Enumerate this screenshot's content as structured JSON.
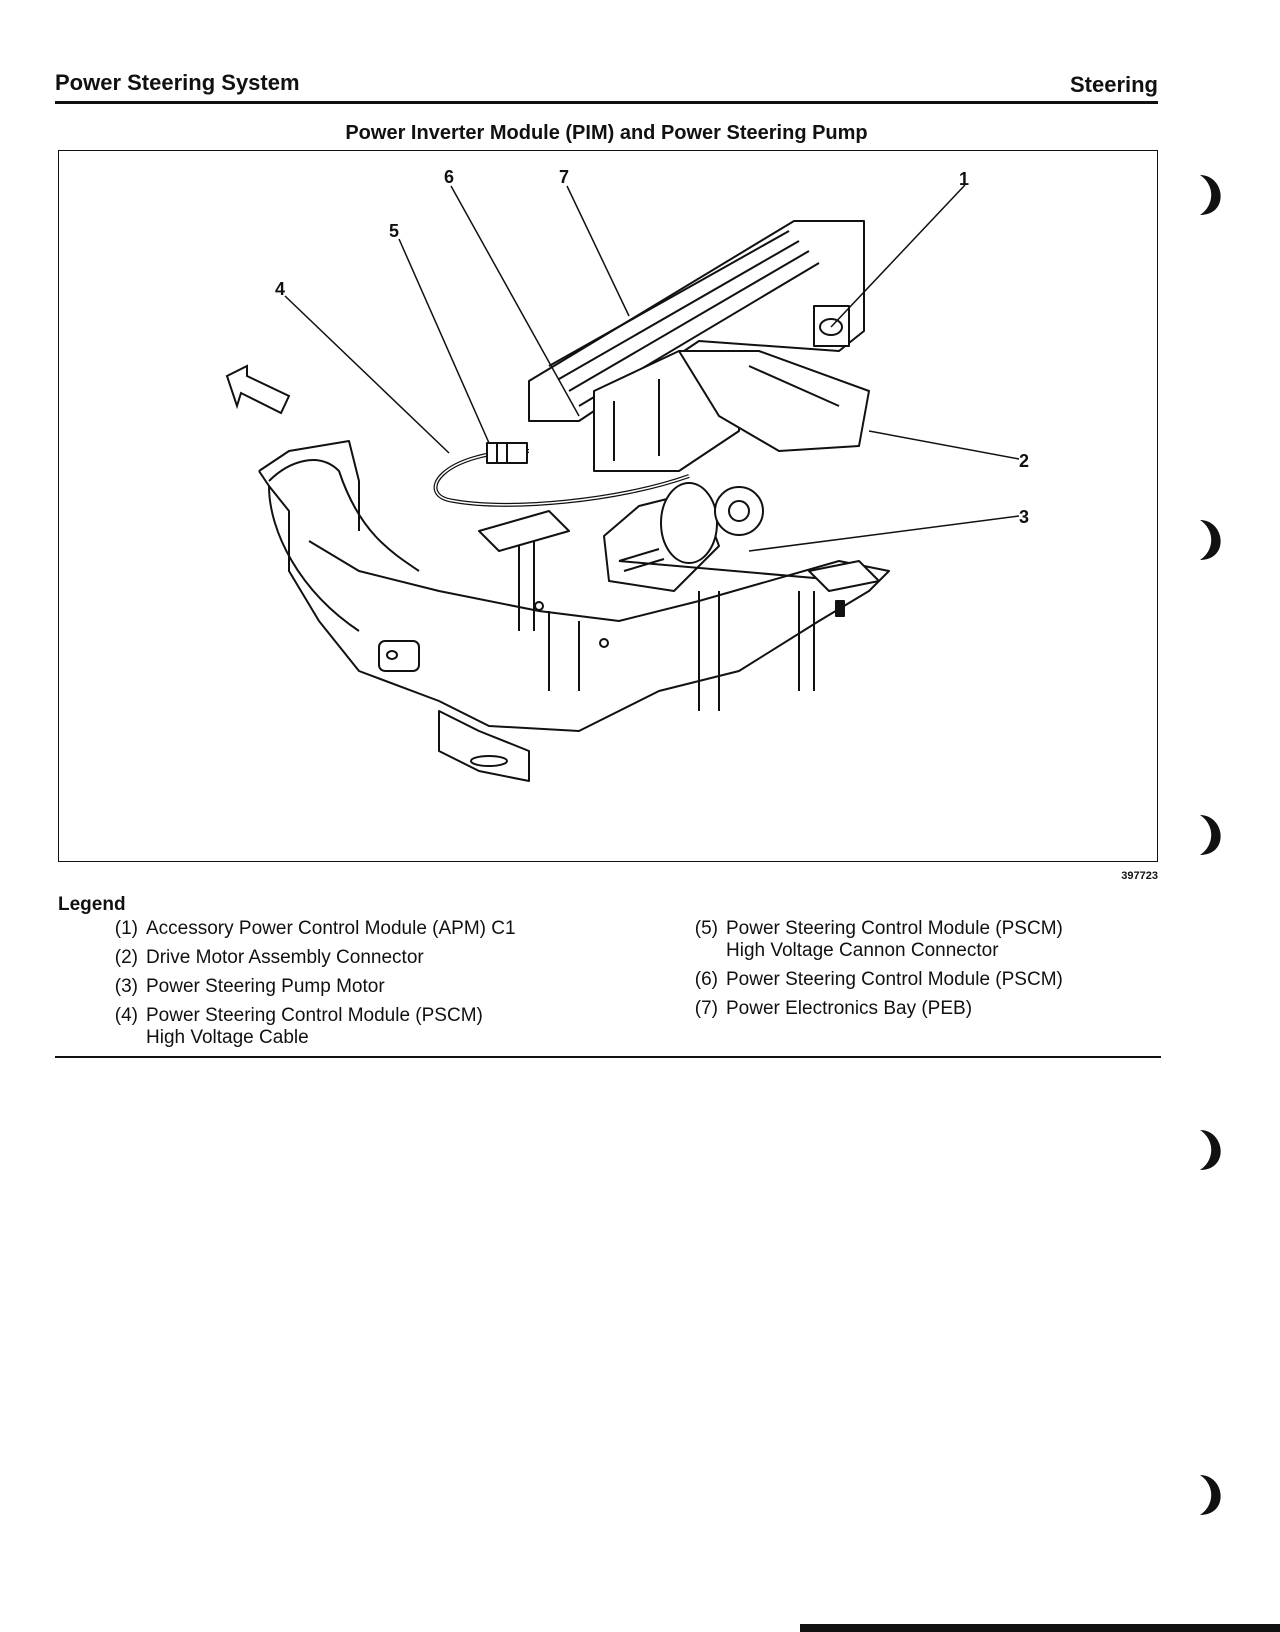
{
  "header": {
    "section": "Power Steering System",
    "category": "Steering"
  },
  "figure": {
    "title": "Power Inverter Module (PIM) and Power Steering Pump",
    "number": "397723",
    "callouts": [
      "1",
      "2",
      "3",
      "4",
      "5",
      "6",
      "7"
    ]
  },
  "legend": {
    "title": "Legend",
    "items": [
      {
        "num": "(1)",
        "text": "Accessory Power Control Module (APM) C1"
      },
      {
        "num": "(2)",
        "text": "Drive Motor Assembly Connector"
      },
      {
        "num": "(3)",
        "text": "Power Steering Pump Motor"
      },
      {
        "num": "(4)",
        "text": "Power Steering Control Module (PSCM)\nHigh Voltage Cable"
      },
      {
        "num": "(5)",
        "text": "Power Steering Control Module (PSCM)\nHigh Voltage Cannon Connector"
      },
      {
        "num": "(6)",
        "text": "Power Steering Control Module (PSCM)"
      },
      {
        "num": "(7)",
        "text": "Power Electronics Bay (PEB)"
      }
    ]
  }
}
